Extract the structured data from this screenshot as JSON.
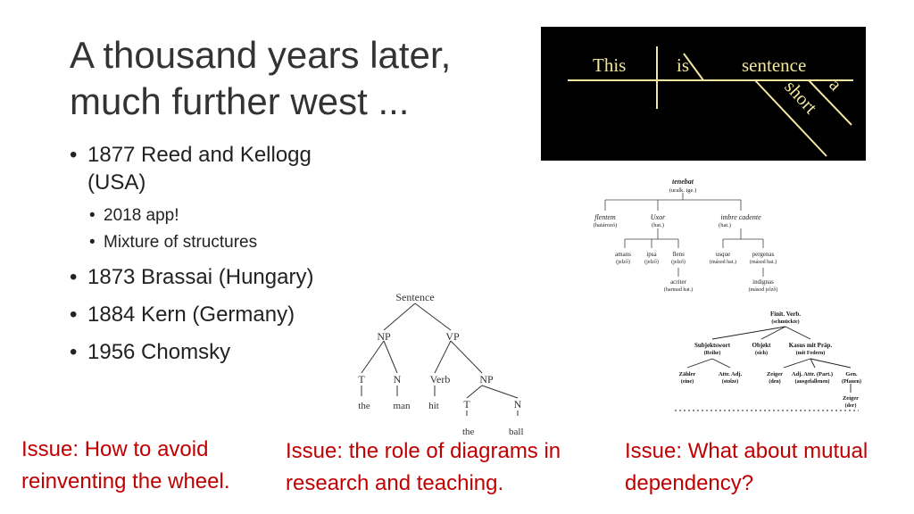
{
  "slide": {
    "title_line1": "A thousand years later,",
    "title_line2": "much further west ..."
  },
  "bullets": {
    "reed_kellogg": "1877 Reed and Kellogg (USA)",
    "sub_app": "2018 app!",
    "sub_mixture": "Mixture of structures",
    "brassai": "1873 Brassai (Hungary)",
    "kern": "1884 Kern (Germany)",
    "chomsky": "1956 Chomsky"
  },
  "issues": {
    "left_line1": "Issue: How to avoid",
    "left_line2": "reinventing the wheel.",
    "middle_line1": "Issue: the role of diagrams in",
    "middle_line2": "research and teaching.",
    "right_line1": "Issue: What about mutual",
    "right_line2": "dependency?"
  },
  "reed_kellogg_diagram": {
    "subject": "This",
    "verb": "is",
    "complement": "sentence",
    "modifier1": "short",
    "modifier2": "a"
  },
  "brassai_tree": {
    "root": "tenebat",
    "root_gloss": "(uralk. ige.)",
    "n1": "flentem",
    "n1_gloss": "(határozó)",
    "n2": "Uxor",
    "n2_gloss": "(hat.)",
    "n3": "imbre cadente",
    "n3_gloss": "(hat.)",
    "l1": "amans",
    "l1_gloss": "(jelző)",
    "l2": "ipsa",
    "l2_gloss": "(jelző)",
    "l3": "flens",
    "l3_gloss": "(jelző)",
    "l4": "usque",
    "l4_gloss": "(másod hat.)",
    "l5": "pergenas",
    "l5_gloss": "(másod hat.)",
    "d1": "acriter",
    "d1_gloss": "(harmad hat.)",
    "d2": "indignas",
    "d2_gloss": "(másod jelző)"
  },
  "kern_tree": {
    "root": "Finit. Verb.",
    "root_gloss": "(schmückte)",
    "c1": "Subjektswort",
    "c1_gloss": "(Reihe)",
    "c2": "Objekt",
    "c2_gloss": "(sich)",
    "c3": "Kasus mit Präp.",
    "c3_gloss": "(mit Federn)",
    "g1": "Zähler",
    "g1_gloss": "(eine)",
    "g2": "Attr. Adj.",
    "g2_gloss": "(stolze)",
    "g3": "Zeiger",
    "g3_gloss": "(den)",
    "g4": "Adj. Attr. (Part.)",
    "g4_gloss": "(ausgefallenen)",
    "g5": "Gen.",
    "g5_gloss": "(Pfauen)",
    "z1": "Zeiger",
    "z1_gloss": "(der)"
  },
  "chomsky_tree": {
    "root": "Sentence",
    "np": "NP",
    "vp": "VP",
    "t1": "T",
    "n1": "N",
    "verb": "Verb",
    "np2": "NP",
    "w_the": "the",
    "w_man": "man",
    "w_hit": "hit",
    "t2": "T",
    "n2": "N",
    "w_the2": "the",
    "w_ball": "ball"
  }
}
